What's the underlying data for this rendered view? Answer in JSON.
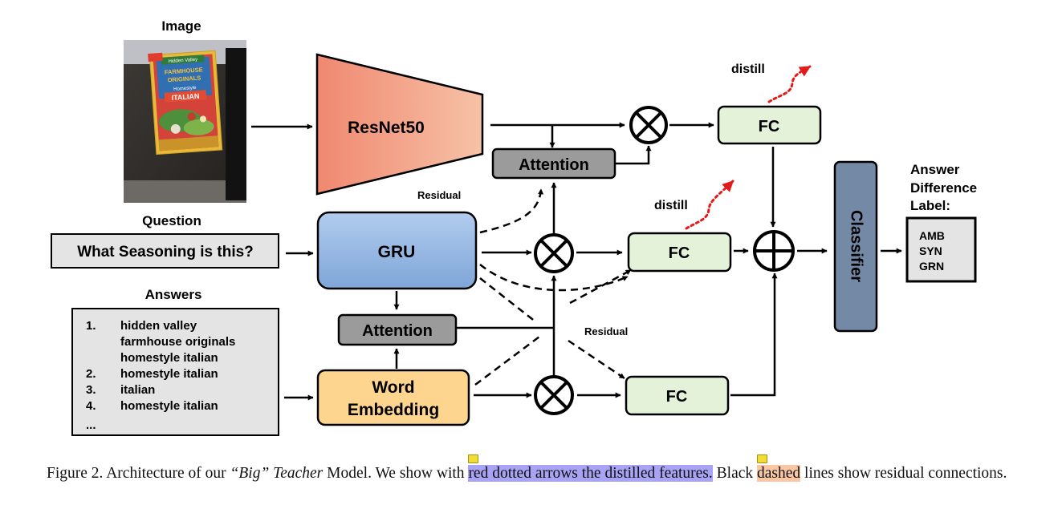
{
  "diagram": {
    "image_title": "Image",
    "question_title": "Question",
    "question_text": "What Seasoning is this?",
    "answers_title": "Answers",
    "answers": [
      {
        "num": "1.",
        "lines": [
          "hidden valley",
          "farmhouse originals",
          "homestyle italian"
        ]
      },
      {
        "num": "2.",
        "lines": [
          "homestyle italian"
        ]
      },
      {
        "num": "3.",
        "lines": [
          "italian"
        ]
      },
      {
        "num": "4.",
        "lines": [
          "homestyle italian"
        ]
      },
      {
        "num": "...",
        "lines": []
      }
    ],
    "resnet": "ResNet50",
    "gru": "GRU",
    "attention_top": "Attention",
    "attention_bottom": "Attention",
    "word_embedding_l1": "Word",
    "word_embedding_l2": "Embedding",
    "fc_top": "FC",
    "fc_middle": "FC",
    "fc_bottom": "FC",
    "classifier": "Classifier",
    "distill_top": "distill",
    "distill_middle": "distill",
    "residual_top": "Residual",
    "residual_bottom": "Residual",
    "answer_label_l1": "Answer",
    "answer_label_l2": "Difference",
    "answer_label_l3": "Label:",
    "labels": [
      "AMB",
      "SYN",
      "GRN"
    ],
    "photo_text": {
      "brand": "Hidden Valley",
      "line1": "FARMHOUSE",
      "line2": "ORIGINALS",
      "line3": "Homestyle",
      "line4": "ITALIAN"
    }
  },
  "caption": {
    "prefix": "Figure 2. Architecture of our ",
    "italic": "“Big” Teacher",
    "mid": " Model.  We show with ",
    "highlight1": "red dotted arrows the distilled features.",
    "mid2": " Black ",
    "highlight2": "dashed",
    "suffix": " lines show residual connections."
  },
  "colors": {
    "resnet_left": "#f08870",
    "resnet_right": "#f6c2a6",
    "gru_top": "#a9c6ea",
    "gru_bottom": "#7ea6d8",
    "word_embedding": "#fdd58e",
    "fc": "#e4f2da",
    "attention": "#9b9b9b",
    "classifier": "#7489a6",
    "distill_arrow": "#e41a1a",
    "answers_box": "#e4e4e4",
    "caption_highlight_1": "#a9a3f5",
    "caption_highlight_2": "#f9c7a3"
  }
}
